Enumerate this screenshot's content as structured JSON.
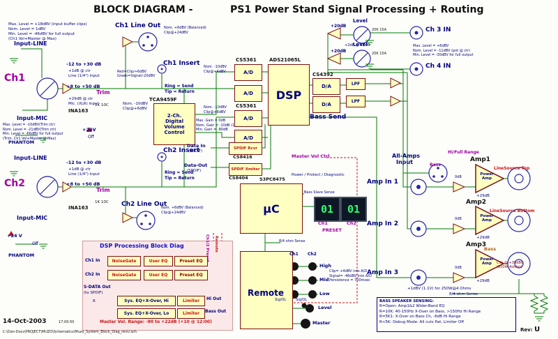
{
  "header": {
    "title_left": "BLOCK DIAGRAM -",
    "title_right": "PS1 Power Stand Signal Processing + Routing"
  },
  "ch1": {
    "notes_top": [
      "Max. Level = +18dBV (input buffer clips)",
      "Nom. Level = 1dBV",
      "Min. Level = -46dBV for full output",
      "(Ch1 Vol+Master @ Max)"
    ],
    "input_line": "Input-LINE",
    "name": "Ch1",
    "line_gain": "-12 to +30 dB",
    "line_note1": "+1dB @ ctr",
    "line_note2": "Line (1/4\") input",
    "mic_gain": "+8 to +50 dB",
    "trim": "Trim",
    "mic_note1": "+29dB @ ctr",
    "mic_note2": "Mic. (XLR) input",
    "chip": "INA163",
    "trim_pot": "1K 10C",
    "input_mic": "Input-MIC",
    "notes_mic": [
      "Max. Level = -10dBV(Trim ctr)",
      "Nom. Level = -21dBV(Trim ctr)",
      "Min. Level = -66dBV for full output",
      "(Trim, Ch1 Vol+Master @ Max)"
    ],
    "phantom_v": "+24V",
    "off": "Off",
    "phantom": "PHANTOM"
  },
  "ch2": {
    "input_line": "Input-LINE",
    "name": "Ch2",
    "line_gain": "-12 to +30 dB",
    "line_note1": "+1dB @ ctr",
    "line_note2": "Line (1/4\") input",
    "mic_gain": "+8 to +50 dB",
    "trim": "Trim",
    "chip": "INA163",
    "trim_pot": "1K 10C",
    "input_mic": "Input-MIC",
    "phantom_v": "+24 V",
    "off": "Off",
    "phantom": "PHANTOM"
  },
  "io": {
    "ch1_line_out": "Ch1 Line Out",
    "out_note1": "Nom. +6dBV (Balanced)",
    "out_note2": "Clip@+24dBV",
    "ch1_insert": "Ch1 Insert",
    "led_note1": "Red=Clip/+6dBV",
    "led_note2": "Green=Signal/-20dBV",
    "ring_send": "Ring = Send",
    "tip_return": "Tip = Return",
    "ch2_insert": "Ch2 Insert",
    "ch2_line_out": "Ch2 Line Out"
  },
  "volctl": {
    "chip": "TCA9459F",
    "label": "2-Ch. Digital Volume Control",
    "in_note1": "Nom. -10dBV",
    "in_note2": "Clip@+6dBV",
    "gain_notes": [
      "Max. Gain = 0dB",
      "Nom. Gain = -10dB (12:00)",
      "Min. Gain = -80dB"
    ]
  },
  "conv": {
    "adc_chip": "CS5361",
    "ad": "A/D",
    "dsp_chip": "ADS21065L",
    "dsp": "DSP",
    "dac_chip": "CS4392",
    "da": "D/A",
    "lpf": "LPF",
    "bass_send": "Bass Send",
    "in_note1": "Nom. -10dBV",
    "in_note2": "Clip@+6dBV"
  },
  "spdif": {
    "data_in": "Data In",
    "data_in_sub": "(SPDIF)",
    "rcvr": "SPDIF Rcvr",
    "rcvr_chip": "CS8416",
    "data_out": "Data-Out",
    "data_out_sub": "(SPDIF)",
    "xmit": "SPDIF Xmiter",
    "xmit_chip": "CS8404"
  },
  "uc": {
    "chip": "S3PC8475",
    "label": "µC",
    "master_vol": "Master Vol Ctrl",
    "power_diag": "Power / Protect / Diagnostic",
    "bass_slave": "Bass Slave Sense",
    "display": "01",
    "ch1": "Ch1",
    "ch2": "Ch2",
    "preset": "PRESET",
    "ohm_sense": "8/4 ohm Sense"
  },
  "ch34": {
    "gain": "+20dB",
    "level": "Level",
    "pot": "20K 15A",
    "pot_note": "+2dB @ 12:00",
    "ch3": "Ch 3 IN",
    "ch4": "Ch 4 IN",
    "notes": [
      "Max. Level = +6dBV",
      "Nom. Level = -11dBV (pot @ ctr)",
      "Min. Level = -30dBV for full output"
    ]
  },
  "amps": {
    "all_amps1": "All-Amps",
    "all_amps2": "Input",
    "bass": "Bass",
    "hi_full": "Hi/Full Range",
    "zero_db": "0dB",
    "a1_name": "Amp1",
    "a1_label": "Power Amp",
    "a1_tag": "LineSource Top",
    "a2_name": "Amp2",
    "a2_label": "Power Amp",
    "a2_tag": "LineSource Bottom",
    "a3_name": "Amp3",
    "a3_label": "Power Amp",
    "a3_tag": "Bass",
    "a3_clip1": "Clip @ +30dBV",
    "a3_clip2": "(250W 4ohms)",
    "gain": "+29dB",
    "in1": "Amp In 1",
    "in2": "Amp In 2",
    "in3": "Amp In 3",
    "out_note": "+1dBV (1.1V) for 250W@4 Ohms",
    "ohm_sense": "8/4 ohm Sense"
  },
  "dspdiag": {
    "title": "DSP Processing Block Diag",
    "preset_vert": "Ch1/2 Preset",
    "remote_vert": "Remote",
    "ch1_in": "Ch1 In",
    "ch2_in": "Ch2 In",
    "noisegate": "NoiseGate",
    "user_eq": "User EQ",
    "preset_eq": "Preset EQ",
    "sdata1": "S-DATA Out",
    "sdata2": "(to SPDIF)",
    "r": "R",
    "sys_hi": "Sys. EQ+X-Over, Hi",
    "sys_lo": "Sys. EQ+X-Over, Lo",
    "limiter": "Limiter",
    "hi_out": "Hi Out",
    "bass_out": "Bass Out",
    "master_range": "Master Vol. Range: -80 to +22dB  (+10 @ 12:00)"
  },
  "remote": {
    "label": "Remote",
    "ch1": "Ch1",
    "ch2": "Ch2",
    "high": "High",
    "mid": "Mid",
    "low": "Low",
    "sig_ol": "Sig/OL",
    "level": "Level",
    "master": "Master",
    "notes": [
      "Clip= +4dBV into A/D",
      "Signal= -46dBV into A/D",
      "Persistence = 700msec"
    ]
  },
  "sensing": {
    "title": "BASS SPEAKER SENSING:",
    "lines": [
      "R=Open: Amp1&2 Wider-Band EQ",
      "R=10K: 40-150Hz X-Over on Bass, >150Hz Hi Range",
      "R=5K1: X-Over on Bass Ch, -6dB Hi Range",
      "R<5K: Debug Mode: All cuts flat, Limiter Off"
    ]
  },
  "footer": {
    "date": "14-Oct-2003",
    "time": "17:00:50",
    "path": "C:\\Dan-Docs\\PROJECT\\MUZO\\Schematics\\Muzo_System_Block_Diag_revU.sch",
    "rev_label": "Rev:",
    "rev": "U"
  }
}
